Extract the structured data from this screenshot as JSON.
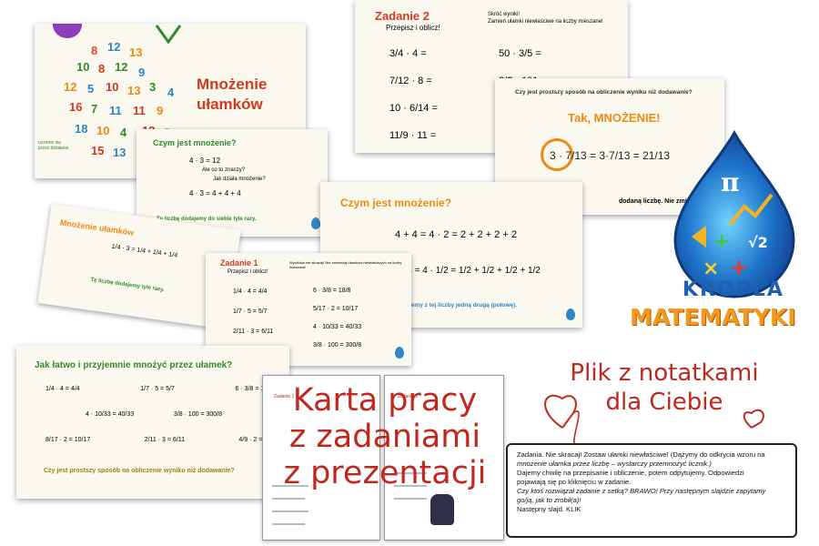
{
  "title_slide": {
    "title_line1": "Mnożenie",
    "title_line2": "ułamków",
    "corner_text": "uczenie się przez działanie"
  },
  "zadanie2_slide": {
    "title": "Zadanie 2",
    "subtitle": "Przepisz i oblicz!",
    "instruction_line1": "Skróć wyniki!",
    "instruction_line2": "Zamień ułamki niewłaściwe na liczby mieszane!",
    "left_items": [
      "3/4 · 4 =",
      "7/12 · 8 =",
      "10 · 6/14 =",
      "11/9 · 11 ="
    ],
    "right_items": [
      "50 · 3/5 =",
      "2/? · 101 ="
    ]
  },
  "prostszy_slide": {
    "question": "Czy jest prostszy sposób na obliczenie wyniku niż dodawanie?",
    "answer": "Tak, MNOŻENIE!",
    "equation": "3 · 7/13 = 3·7/13 = 21/13",
    "footer_fragment": "dodaną liczbę. Nie zmie"
  },
  "czym_small_slide": {
    "title": "Czym jest mnożenie?",
    "line1": "4 · 3 = 12",
    "line2": "Ale co to znaczy?",
    "line3": "Jak działa mnożenie?",
    "line4": "4 · 3 = 4 + 4 + 4",
    "note": "Tę liczbę dodajemy do siebie tyle razy."
  },
  "czym_large_slide": {
    "title": "Czym jest mnożenie?",
    "line1": "4 + 4 = 4 · 2 = 2 + 2 + 2 + 2",
    "line2": "by 4 = 4 · 1/2 = 1/2 + 1/2 + 1/2 + 1/2",
    "note": "jemy z tej liczby jedną drugą (połowę)."
  },
  "mnozenie_small_slide": {
    "title": "Mnożenie ułamków",
    "equation": "1/4 · 3 = 1/4 + 1/4 + 1/4",
    "note": "Tę liczbę dodajemy tyle razy."
  },
  "zadanie1_slide": {
    "title": "Zadanie 1",
    "subtitle": "Przepisz i oblicz!",
    "instruction": "Wynikiów nie skracaj! Nie zamieniaj ułamków niewłaściwych na liczby mieszane!",
    "left_items": [
      "1/4 · 4 = 4/4",
      "1/7 · 5 = 5/7",
      "2/11 · 3 = 6/11"
    ],
    "right_items": [
      "6 · 3/8 = 18/8",
      "5/17 · 2 = 10/17",
      "4 · 10/33 = 40/33",
      "3/8 · 100 = 300/8"
    ]
  },
  "latwo_slide": {
    "title": "Jak łatwo i przyjemnie mnożyć przez ułamek?",
    "row1": [
      "1/4 · 4 = 4/4",
      "1/7 · 5 = 5/7",
      "6 · 3/8 = 18/8"
    ],
    "row2": [
      "4 · 10/33 = 40/33",
      "3/8 · 100 = 300/8"
    ],
    "row3": [
      "8/17 · 2 = 10/17",
      "2/11 · 3 = 6/11",
      "4/9 · 2 = 8/9"
    ],
    "question": "Czy jest prostszy sposób na obliczenie wyniku niż dodawanie?"
  },
  "logo": {
    "word1": "KROPLA",
    "word2": "MATEMATYKI"
  },
  "labels": {
    "karta_line1": "Karta pracy",
    "karta_line2": "z zadaniami",
    "karta_line3": "z prezentacji",
    "plik_line1": "Plik z notatkami",
    "plik_line2": "dla Ciebie"
  },
  "worksheet_titles": [
    "Zadanie 1",
    "Zadanie 2"
  ],
  "notes": {
    "line1": "Zadania. Nie skracaj! Zostaw ułamki niewłaściwe! (Dążymy do odkrycia wzoru na",
    "line2": "mnożenie ułamka przez liczbę – wystarczy przemnożyć licznik.)",
    "line3": "Dajemy chwilę na przepisanie i obliczenie, potem odpytujemy. Odpowiedzi",
    "line4": "pojawiają się po kliknięciu w zadanie.",
    "line5": "Czy ktoś rozwiązał zadanie z setką? BRAWO! Przy następnym slajdzie zapytamy",
    "line6": "go/ją, jak to zrobił(a)!",
    "line7": "Następny slajd. KLIK"
  },
  "colors": {
    "accent_red": "#d23a1f",
    "accent_green": "#2e8b2e",
    "accent_orange": "#ee8a12",
    "drop_blue": "#2f86c6"
  }
}
